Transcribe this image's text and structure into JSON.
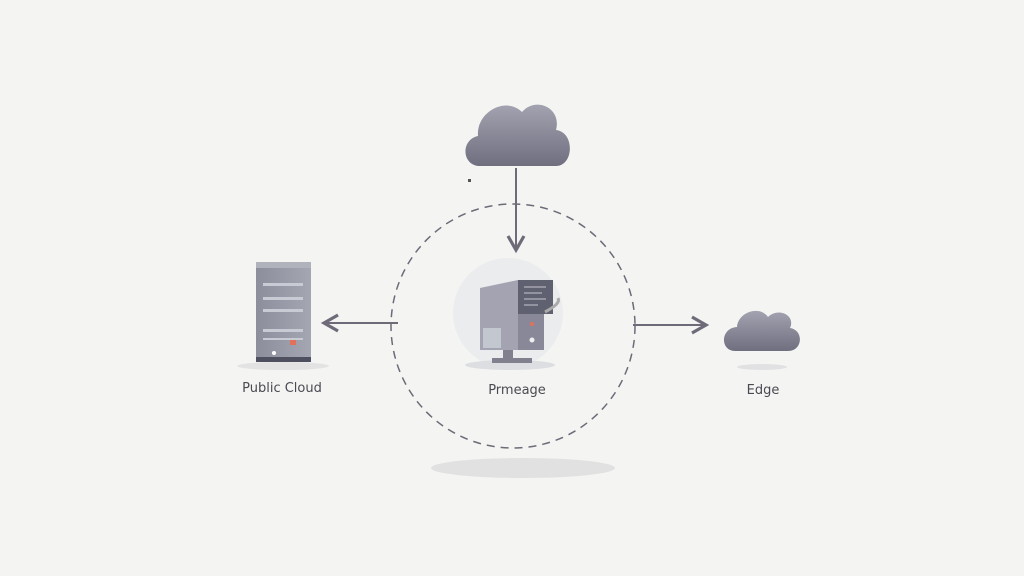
{
  "nodes": {
    "public_cloud": {
      "label": "Public Cloud"
    },
    "premise": {
      "label": "Prmeage"
    },
    "edge": {
      "label": "Edge"
    }
  },
  "colors": {
    "background": "#f4f4f2",
    "icon": "#7d7d8c",
    "line": "#6f6a78",
    "accent": "#e2705a"
  }
}
